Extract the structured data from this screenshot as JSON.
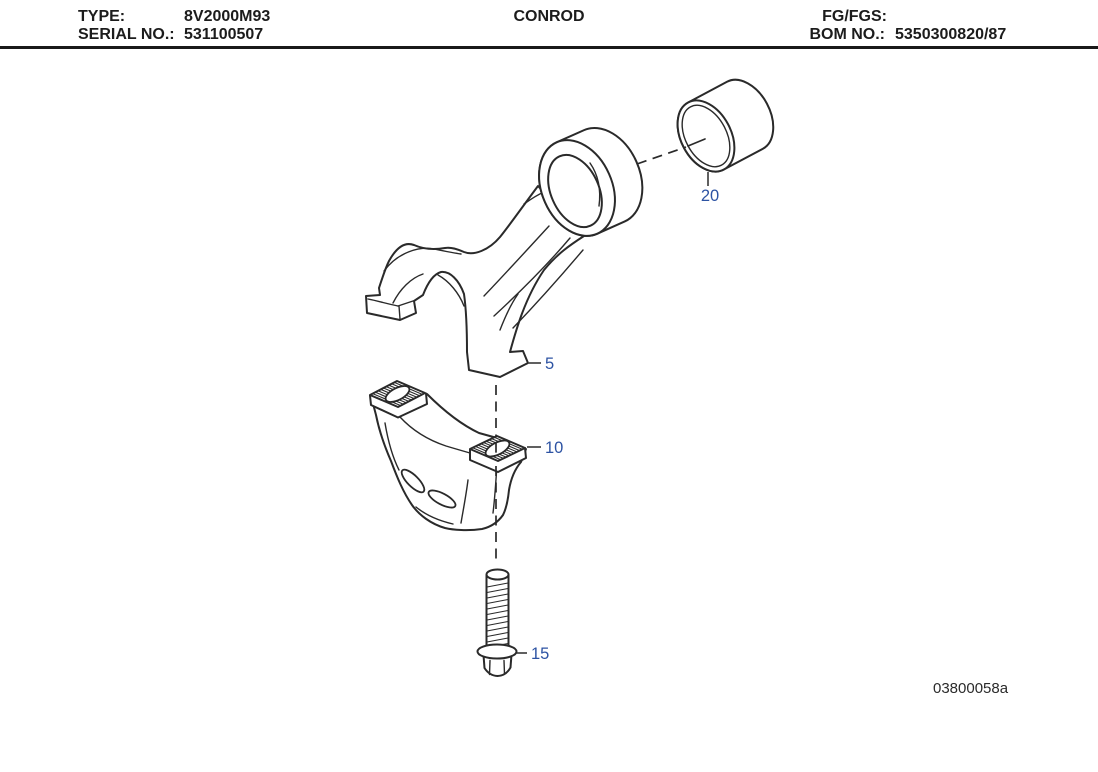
{
  "header": {
    "type_label": "TYPE:",
    "type_value": "8V2000M93",
    "serial_label": "SERIAL NO.:",
    "serial_value": "531100507",
    "title": "CONROD",
    "fg_label": "FG/FGS:",
    "fg_value": "",
    "bom_label": "BOM NO.:",
    "bom_value": "5350300820/87"
  },
  "diagram": {
    "callout_color": "#2d53a3",
    "callouts": [
      {
        "label": "5"
      },
      {
        "label": "10"
      },
      {
        "label": "15"
      },
      {
        "label": "20"
      }
    ],
    "drawing_number": "03800058a"
  }
}
